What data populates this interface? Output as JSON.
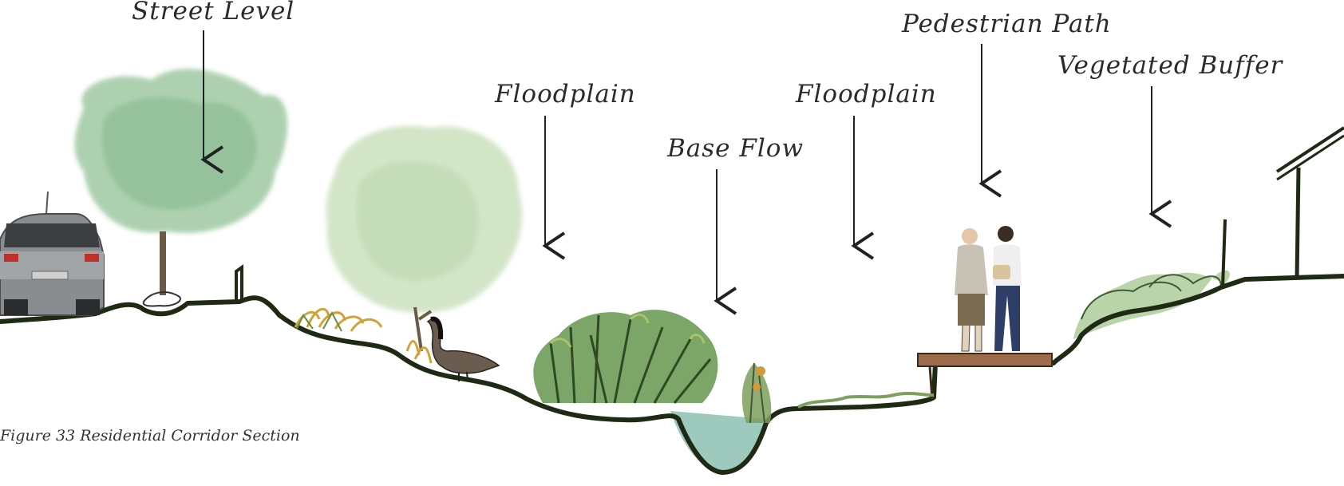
{
  "labels": {
    "street_level": "Street Level",
    "floodplain_left": "Floodplain",
    "base_flow": "Base Flow",
    "floodplain_right": "Floodplain",
    "pedestrian_path": "Pedestrian Path",
    "vegetated_buffer": "Vegetated Buffer"
  },
  "caption": "Figure 33 Residential Corridor Section",
  "colors": {
    "ground_line": "#1f2a15",
    "tree_dark": "#8fbf96",
    "tree_light": "#c6ddbd",
    "water": "#7fb9a9",
    "bridge": "#9b6b4a",
    "shrub": "#4f8a3a",
    "car": "#8a8d90"
  },
  "icons": {
    "car": "car-icon",
    "tree": "tree-icon",
    "goose": "goose-icon",
    "people": "pedestrians-icon",
    "shrub": "shrub-icon"
  }
}
